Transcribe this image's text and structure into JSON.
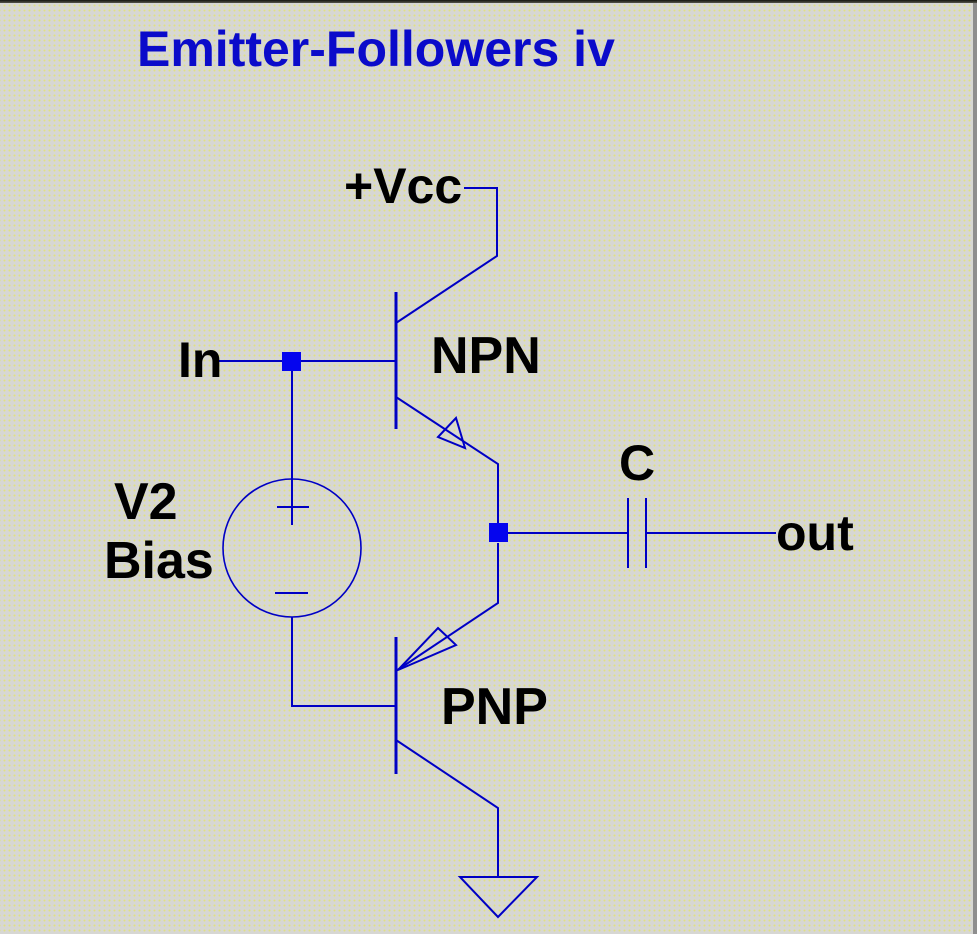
{
  "title": "Emitter-Followers iv",
  "labels": {
    "vcc": "+Vcc",
    "input": "In",
    "npn": "NPN",
    "capacitor": "C",
    "output": "out",
    "source_name": "V2",
    "source_role": "Bias",
    "pnp": "PNP"
  },
  "colors": {
    "wire": "#0000c4",
    "junction_node": "#0505ee",
    "title_text": "#0b0bca",
    "label_text": "#000000",
    "canvas_background": "#d7d7d3",
    "grid_dot": "#e0e084"
  },
  "components": [
    {
      "type": "transistor",
      "subtype": "NPN",
      "label": "NPN",
      "role": "upper emitter follower, collector to +Vcc"
    },
    {
      "type": "transistor",
      "subtype": "PNP",
      "label": "PNP",
      "role": "lower emitter follower, collector to ground"
    },
    {
      "type": "voltage-source",
      "name": "V2",
      "role": "Bias",
      "polarity": "+ top, - bottom, between In node and PNP base"
    },
    {
      "type": "capacitor",
      "label": "C",
      "role": "output coupling to out"
    },
    {
      "type": "ground",
      "location": "PNP collector"
    }
  ],
  "nets": [
    {
      "name": "+Vcc",
      "connects": "NPN collector"
    },
    {
      "name": "In",
      "connects": "NPN base and V2 + terminal"
    },
    {
      "name": "out",
      "connects": "joined NPN/PNP emitters through capacitor C"
    }
  ]
}
